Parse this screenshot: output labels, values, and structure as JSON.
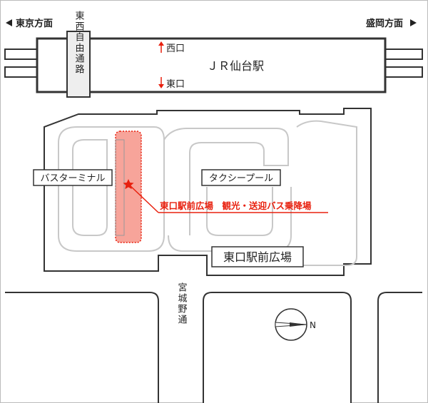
{
  "directions": {
    "left": "東京方面",
    "right": "盛岡方面"
  },
  "station": {
    "name": "ＪＲ仙台駅",
    "west_exit": "西口",
    "east_exit": "東口"
  },
  "underpass": {
    "name": "東西自由通路"
  },
  "places": {
    "bus_terminal": "バスターミナル",
    "taxi_pool": "タクシープール",
    "plaza": "東口駅前広場"
  },
  "highlight": {
    "label": "東口駅前広場　観光・送迎バス乗降場",
    "color": "#e8200e",
    "fill": "#f7a49a"
  },
  "street": {
    "name": "宮城野通"
  },
  "compass": {
    "north": "N"
  }
}
